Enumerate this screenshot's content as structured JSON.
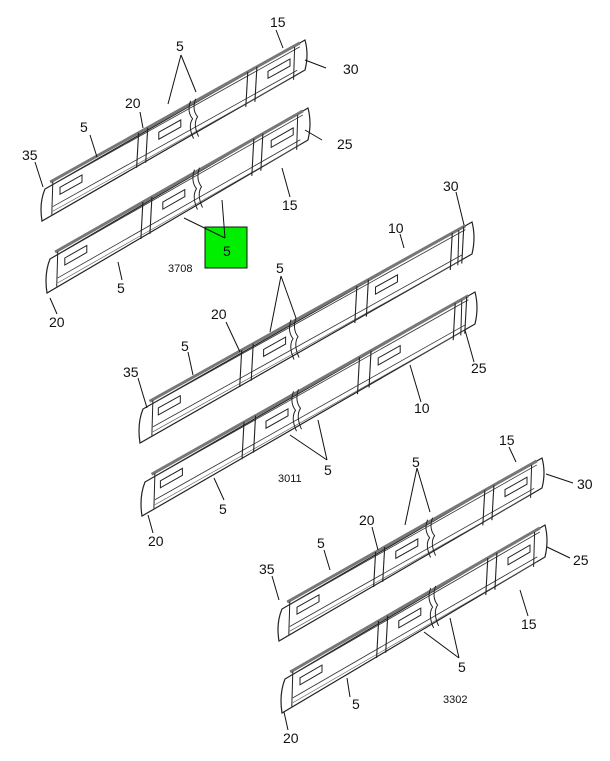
{
  "highlight_color": "#00ee00",
  "groups": [
    {
      "figure_id": "3708",
      "callouts": [
        "15",
        "5",
        "30",
        "20",
        "5",
        "35",
        "25",
        "15",
        "5",
        "5",
        "20"
      ],
      "highlighted_callout": "5"
    },
    {
      "figure_id": "3011",
      "callouts": [
        "30",
        "10",
        "5",
        "20",
        "5",
        "35",
        "25",
        "10",
        "5",
        "5",
        "20"
      ]
    },
    {
      "figure_id": "3302",
      "callouts": [
        "15",
        "5",
        "30",
        "20",
        "5",
        "35",
        "25",
        "15",
        "5",
        "5",
        "20"
      ]
    }
  ]
}
